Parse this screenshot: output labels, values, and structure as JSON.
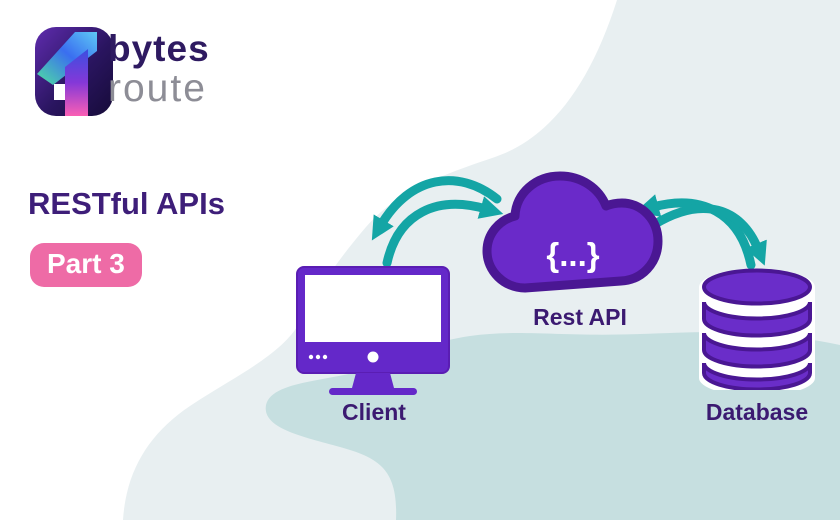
{
  "logo": {
    "brand_top": "bytes",
    "brand_bottom": "route",
    "icon": "bytesroute-logo-icon"
  },
  "header": {
    "title": "RESTful APIs",
    "badge": "Part 3"
  },
  "diagram": {
    "nodes": [
      {
        "id": "client",
        "label": "Client",
        "icon": "monitor-icon"
      },
      {
        "id": "rest-api",
        "label": "Rest API",
        "icon": "cloud-icon",
        "glyph": "{...}"
      },
      {
        "id": "database",
        "label": "Database",
        "icon": "database-icon"
      }
    ],
    "edges": [
      {
        "from": "client",
        "to": "rest-api",
        "bidirectional": true
      },
      {
        "from": "rest-api",
        "to": "database",
        "bidirectional": true
      }
    ]
  },
  "colors": {
    "purple_fill": "#6428c9",
    "purple_outline": "#4a1793",
    "label_purple": "#3b1a71",
    "title_purple": "#3e1e79",
    "arrow_teal": "#14a5a5",
    "badge_pink": "#ee6ba6",
    "blob_light": "#e8eff1",
    "blob_teal": "#c6dfe0"
  }
}
